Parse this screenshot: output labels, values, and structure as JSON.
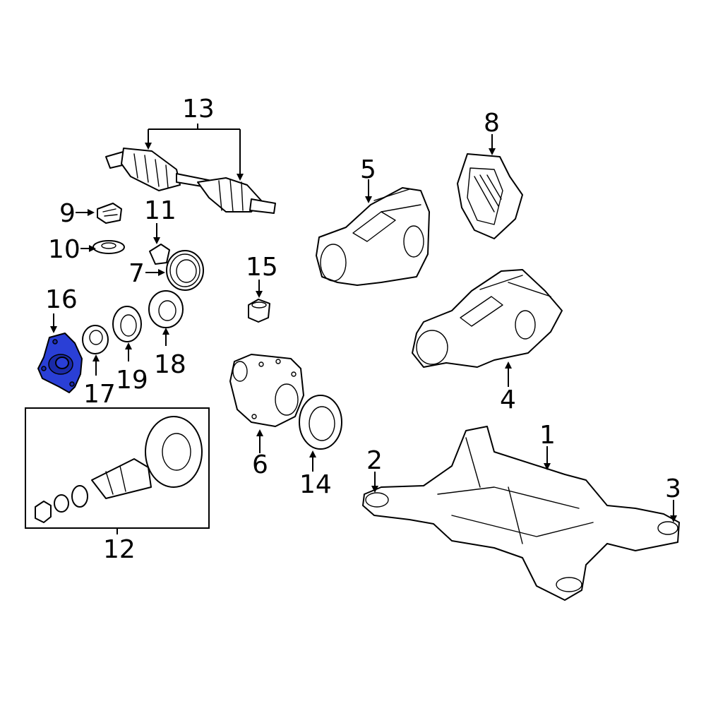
{
  "callouts": {
    "c1": "1",
    "c2": "2",
    "c3": "3",
    "c4": "4",
    "c5": "5",
    "c6": "6",
    "c7": "7",
    "c8": "8",
    "c9": "9",
    "c10": "10",
    "c11": "11",
    "c12": "12",
    "c13": "13",
    "c14": "14",
    "c15": "15",
    "c16": "16",
    "c17": "17",
    "c18": "18",
    "c19": "19"
  },
  "highlight": {
    "part": "16",
    "color": "#2a3fd6"
  }
}
